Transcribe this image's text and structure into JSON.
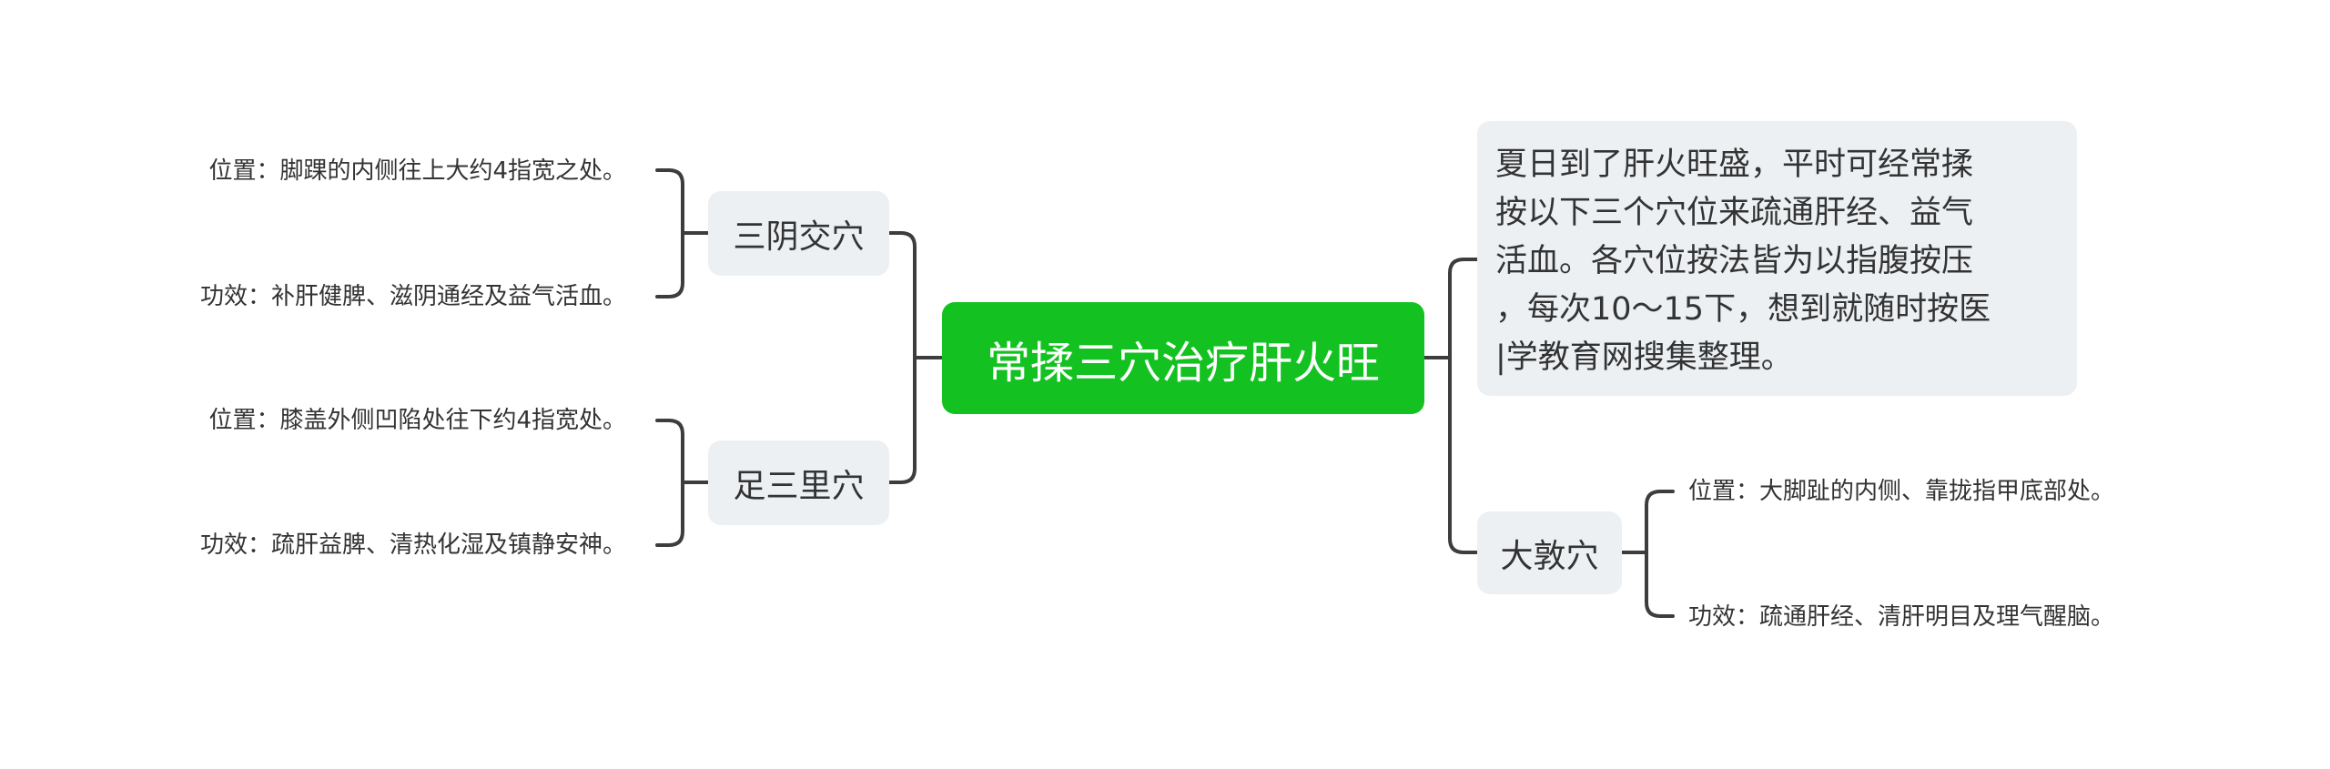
{
  "mindmap": {
    "root": {
      "label": "常揉三穴治疗肝火旺",
      "color": "#13c221"
    },
    "left_branches": [
      {
        "label": "三阴交穴",
        "children": [
          {
            "label": "位置：脚踝的内侧往上大约4指宽之处。"
          },
          {
            "label": "功效：补肝健脾、滋阴通经及益气活血。"
          }
        ]
      },
      {
        "label": "足三里穴",
        "children": [
          {
            "label": "位置：膝盖外侧凹陷处往下约4指宽处。"
          },
          {
            "label": "功效：疏肝益脾、清热化湿及镇静安神。"
          }
        ]
      }
    ],
    "right_branches": [
      {
        "type": "note",
        "lines": [
          "夏日到了肝火旺盛，平时可经常揉",
          "按以下三个穴位来疏通肝经、益气",
          "活血。各穴位按法皆为以指腹按压",
          "，每次10～15下，想到就随时按医",
          "|学教育网搜集整理。"
        ]
      },
      {
        "label": "大敦穴",
        "children": [
          {
            "label": "位置：大脚趾的内侧、靠拢指甲底部处。"
          },
          {
            "label": "功效：疏通肝经、清肝明目及理气醒脑。"
          }
        ]
      }
    ],
    "colors": {
      "node_bg": "#edf0f3",
      "line": "#3d3d3d",
      "text": "#333333"
    }
  }
}
